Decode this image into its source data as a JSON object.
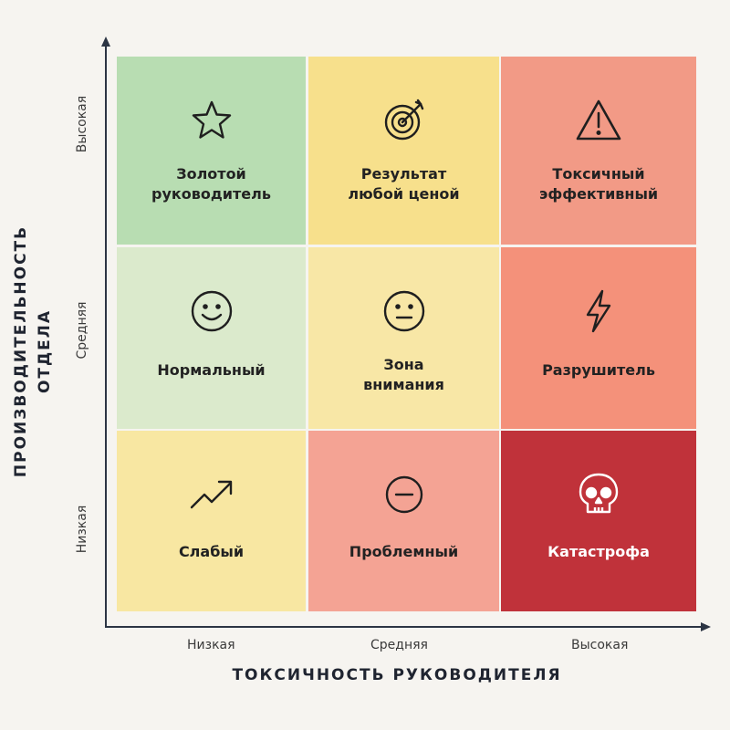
{
  "axes": {
    "x_title": "ТОКСИЧНОСТЬ РУКОВОДИТЕЛЯ",
    "y_title_line1": "ПРОИЗВОДИТЕЛЬНОСТЬ",
    "y_title_line2": "ОТДЕЛА",
    "x_ticks": [
      "Низкая",
      "Средняя",
      "Высокая"
    ],
    "y_ticks": [
      "Высокая",
      "Средняя",
      "Низкая"
    ]
  },
  "cells": [
    {
      "row": 0,
      "col": 0,
      "icon": "star-icon",
      "line1": "Золотой",
      "line2": "руководитель",
      "color": "#b8ddb2"
    },
    {
      "row": 0,
      "col": 1,
      "icon": "target-icon",
      "line1": "Результат",
      "line2": "любой ценой",
      "color": "#f7e08c"
    },
    {
      "row": 0,
      "col": 2,
      "icon": "warning-icon",
      "line1": "Токсичный",
      "line2": "эффективный",
      "color": "#f29a86"
    },
    {
      "row": 1,
      "col": 0,
      "icon": "smile-icon",
      "line1": "Нормальный",
      "line2": "",
      "color": "#dbeacc"
    },
    {
      "row": 1,
      "col": 1,
      "icon": "neutral-face-icon",
      "line1": "Зона",
      "line2": "внимания",
      "color": "#f8e7a6"
    },
    {
      "row": 1,
      "col": 2,
      "icon": "lightning-icon",
      "line1": "Разрушитель",
      "line2": "",
      "color": "#f4917a"
    },
    {
      "row": 2,
      "col": 0,
      "icon": "trend-up-icon",
      "line1": "Слабый",
      "line2": "",
      "color": "#f8e7a2"
    },
    {
      "row": 2,
      "col": 1,
      "icon": "minus-circle-icon",
      "line1": "Проблемный",
      "line2": "",
      "color": "#f4a394"
    },
    {
      "row": 2,
      "col": 2,
      "icon": "skull-icon",
      "line1": "Катастрофа",
      "line2": "",
      "color": "#c0323a"
    }
  ]
}
